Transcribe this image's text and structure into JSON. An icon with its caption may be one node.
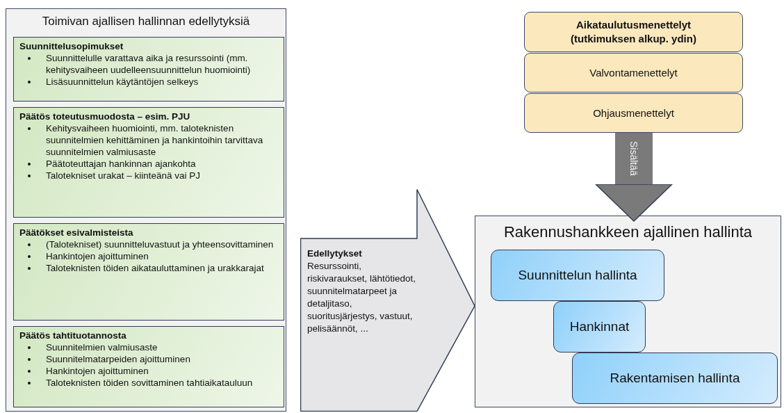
{
  "diagram": {
    "nodes": [
      {
        "text": [
          "Toimivan ajallisen hallinnan edellytyksiä"
        ]
      },
      {
        "text": [
          "Suunnittelusopimukset",
          "Suunnittelulle varattava aika ja resurssointi (mm. kehitysvaiheen uudelleensuunnittelun huomiointi)",
          "Lisäsuunnittelun käytäntöjen selkeys"
        ],
        "in": 0
      },
      {
        "text": [
          "Päätös toteutusmuodosta – esim. PJU",
          "Kehitysvaiheen huomiointi, mm. taloteknisten suunnitelmien kehittäminen ja hankintoihin tarvittava suunnitelmien valmiusaste",
          "Päätoteuttajan hankinnan ajankohta",
          "Talotekniset urakat – kiinteänä vai PJ"
        ],
        "in": 0
      },
      {
        "text": [
          "Päätökset esivalmisteista",
          "(Talotekniset) suunnitteluvastuut ja yhteensovittaminen",
          "Hankintojen ajoittuminen",
          "Taloteknisten töiden aikatauluttaminen ja urakkarajat"
        ],
        "in": 0
      },
      {
        "text": [
          "Päätös tahtituotannosta",
          "Suunnitelmien valmiusaste",
          "Suunnitelmatarpeiden ajoittuminen",
          "Hankintojen ajoittuminen",
          "Taloteknisten töiden sovittaminen tahtiaikatauluun"
        ],
        "in": 0
      },
      {
        "text": [
          "Edellytykset",
          "Resurssointi, riskivaraukset, lähtötiedot, suunnitelmatarpeet ja detaljitaso, suoritusjärjestys, vastuut, pelisäännöt, ..."
        ]
      },
      {
        "text": [
          "Aikataulutusmenettelyt (tutkimuksen alkup. ydin)"
        ]
      },
      {
        "text": [
          "Valvontamenettelyt"
        ]
      },
      {
        "text": [
          "Ohjausmenettelyt"
        ]
      },
      {
        "text": [
          "Rakennushankkeen ajallinen hallinta"
        ]
      },
      {
        "text": [
          "Suunnittelun hallinta"
        ],
        "in": 9
      },
      {
        "text": [
          "Hankinnat"
        ],
        "in": 9
      },
      {
        "text": [
          "Rakentamisen hallinta"
        ],
        "in": 9
      }
    ],
    "edges": [
      {
        "from": 8,
        "to": 9,
        "arrow": "to",
        "label": "Sisältää"
      }
    ]
  }
}
